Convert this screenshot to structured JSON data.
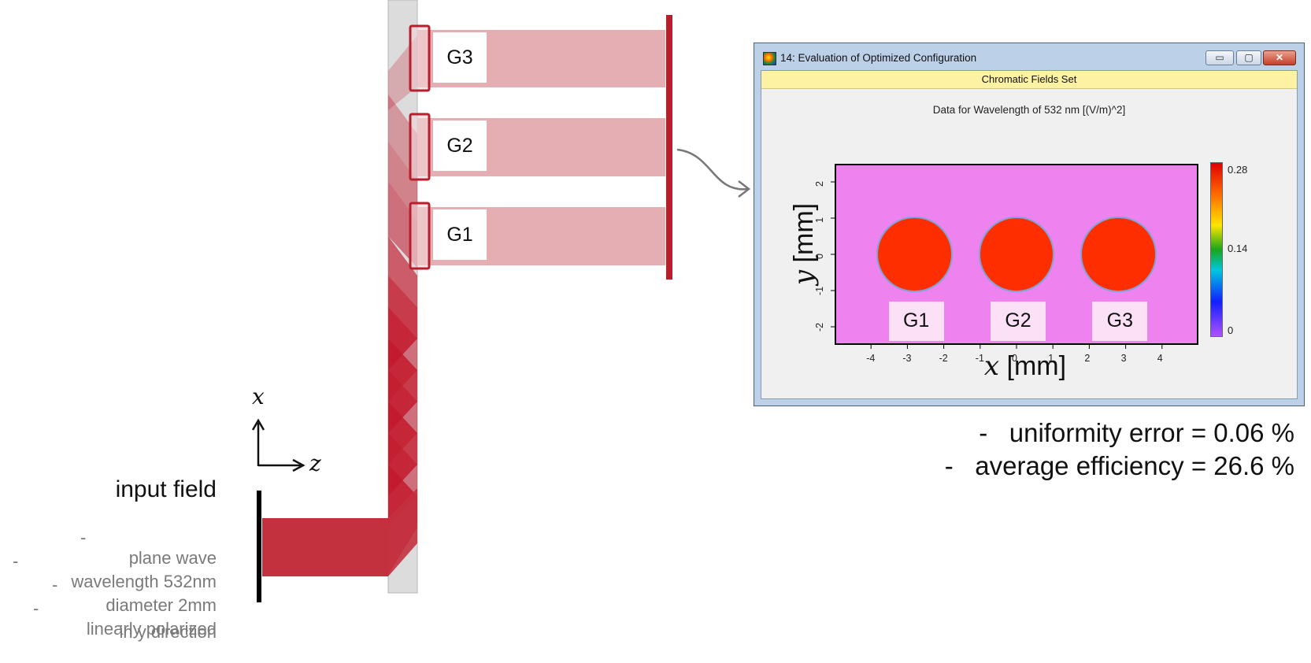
{
  "diagram": {
    "grating_labels": [
      "G3",
      "G2",
      "G1"
    ],
    "axes": {
      "x": "x",
      "z": "z"
    },
    "input_field": {
      "title": "input field",
      "bullet": "-",
      "items": [
        "plane wave",
        "wavelength 532nm",
        "diameter 2mm",
        "linearly polarized",
        "in y direction"
      ]
    },
    "colors": {
      "beam": "#c3313f",
      "beam_light": "#e4aeb2",
      "grating": "#b81f2e",
      "substrate": "#dcdcdc"
    }
  },
  "window": {
    "title": "14: Evaluation of Optimized Configuration",
    "header": "Chromatic Fields Set",
    "buttons": {
      "minimize": "▭",
      "maximize": "▢",
      "close": "✕"
    },
    "plot": {
      "title": "Data for Wavelength of 532 nm  [(V/m)^2]",
      "xlabel_var": "x",
      "xlabel_unit": " [mm]",
      "ylabel_var": "y",
      "ylabel_unit": " [mm]",
      "labels": [
        "G1",
        "G2",
        "G3"
      ],
      "colorbar_ticks": [
        "0.28",
        "0.14",
        "0"
      ],
      "background_color": "#ee82ee"
    }
  },
  "results": {
    "bullet": "-",
    "items": [
      "uniformity error = 0.06 %",
      "average efficiency = 26.6 %"
    ]
  },
  "chart_data": {
    "type": "heatmap",
    "title": "Data for Wavelength of 532 nm  [(V/m)^2]",
    "xlabel": "x [mm]",
    "ylabel": "y [mm]",
    "xlim": [
      -5,
      5
    ],
    "ylim": [
      -2.5,
      2.5
    ],
    "x_ticks": [
      -4,
      -3,
      -2,
      -1,
      0,
      1,
      2,
      3,
      4
    ],
    "y_ticks": [
      2,
      1,
      0,
      -1,
      -2
    ],
    "colorbar": {
      "min": 0,
      "max": 0.28,
      "ticks": [
        0.28,
        0.14,
        0
      ]
    },
    "spots": [
      {
        "label": "G1",
        "x": -2.8,
        "y": 0,
        "diameter": 2,
        "value": 0.28
      },
      {
        "label": "G2",
        "x": 0,
        "y": 0,
        "diameter": 2,
        "value": 0.28
      },
      {
        "label": "G3",
        "x": 2.8,
        "y": 0,
        "diameter": 2,
        "value": 0.28
      }
    ],
    "background_value": 0
  }
}
